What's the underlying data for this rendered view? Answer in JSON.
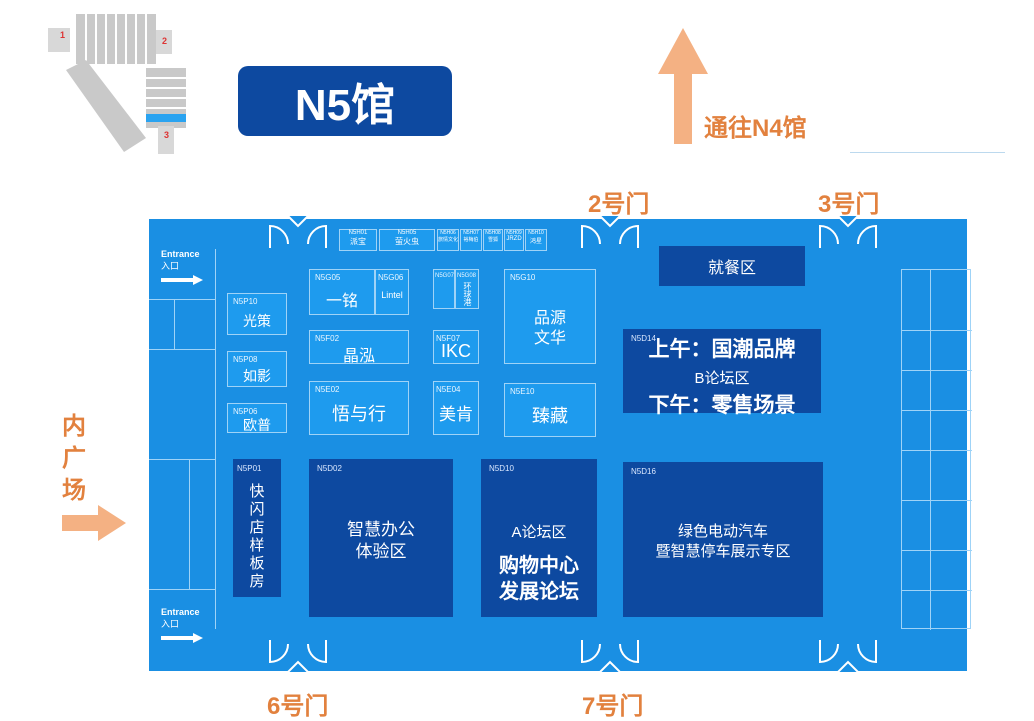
{
  "title": "N5馆",
  "to_n4": "通往N4馆",
  "inner_plaza": [
    "内",
    "广",
    "场"
  ],
  "gates": {
    "g2": "2号门",
    "g3": "3号门",
    "g6": "6号门",
    "g7": "7号门"
  },
  "entrance": {
    "en": "Entrance",
    "cn": "入口"
  },
  "dining": "就餐区",
  "colors": {
    "dark_blue": "#0d49a0",
    "floor_blue": "#1a8fe3",
    "orange": "#e2813e"
  },
  "top_booths": [
    {
      "code": "N5H01",
      "name": "派宝"
    },
    {
      "code": "N5H05",
      "name": "萤火虫"
    },
    {
      "code": "N5H06",
      "name": "旅情文化"
    },
    {
      "code": "N5H07",
      "name": "裕梅伯"
    },
    {
      "code": "N5H08",
      "name": "雪狐"
    },
    {
      "code": "N5H09",
      "name": "JRZD"
    },
    {
      "code": "N5H10",
      "name": "鸿星"
    }
  ],
  "booths": {
    "g05": {
      "code": "N5G05",
      "name": "一铭"
    },
    "g06": {
      "code": "N5G06",
      "name": "Lintel"
    },
    "g07": {
      "code": "N5G07",
      "name": ""
    },
    "g08": {
      "code": "N5G08",
      "name": "环球港"
    },
    "g10": {
      "code": "N5G10",
      "name_lines": [
        "品源",
        "文华"
      ]
    },
    "f02": {
      "code": "N5F02",
      "name": "晶泓"
    },
    "f07": {
      "code": "N5F07",
      "name": "IKC"
    },
    "e02": {
      "code": "N5E02",
      "name": "悟与行"
    },
    "e04": {
      "code": "N5E04",
      "name": "美肯"
    },
    "e10": {
      "code": "N5E10",
      "name": "臻藏"
    },
    "p10": {
      "code": "N5P10",
      "name": "光策"
    },
    "p08": {
      "code": "N5P08",
      "name": "如影"
    },
    "p06": {
      "code": "N5P06",
      "name": "欧普"
    },
    "p01": {
      "code": "N5P01",
      "name_lines": [
        "快",
        "闪",
        "店",
        "样",
        "板",
        "房"
      ]
    },
    "d02": {
      "code": "N5D02",
      "name_lines": [
        "智慧办公",
        "体验区"
      ]
    },
    "d10": {
      "code": "N5D10",
      "label": "A论坛区",
      "title_lines": [
        "购物中心",
        "发展论坛"
      ]
    },
    "d16": {
      "code": "N5D16",
      "name_lines": [
        "绿色电动汽车",
        "暨智慧停车展示专区"
      ]
    },
    "forum_b": {
      "code": "N5D14",
      "morning": "上午：国潮品牌",
      "label": "B论坛区",
      "afternoon": "下午：零售场景"
    }
  },
  "minimap_labels": [
    "1",
    "2",
    "3"
  ]
}
